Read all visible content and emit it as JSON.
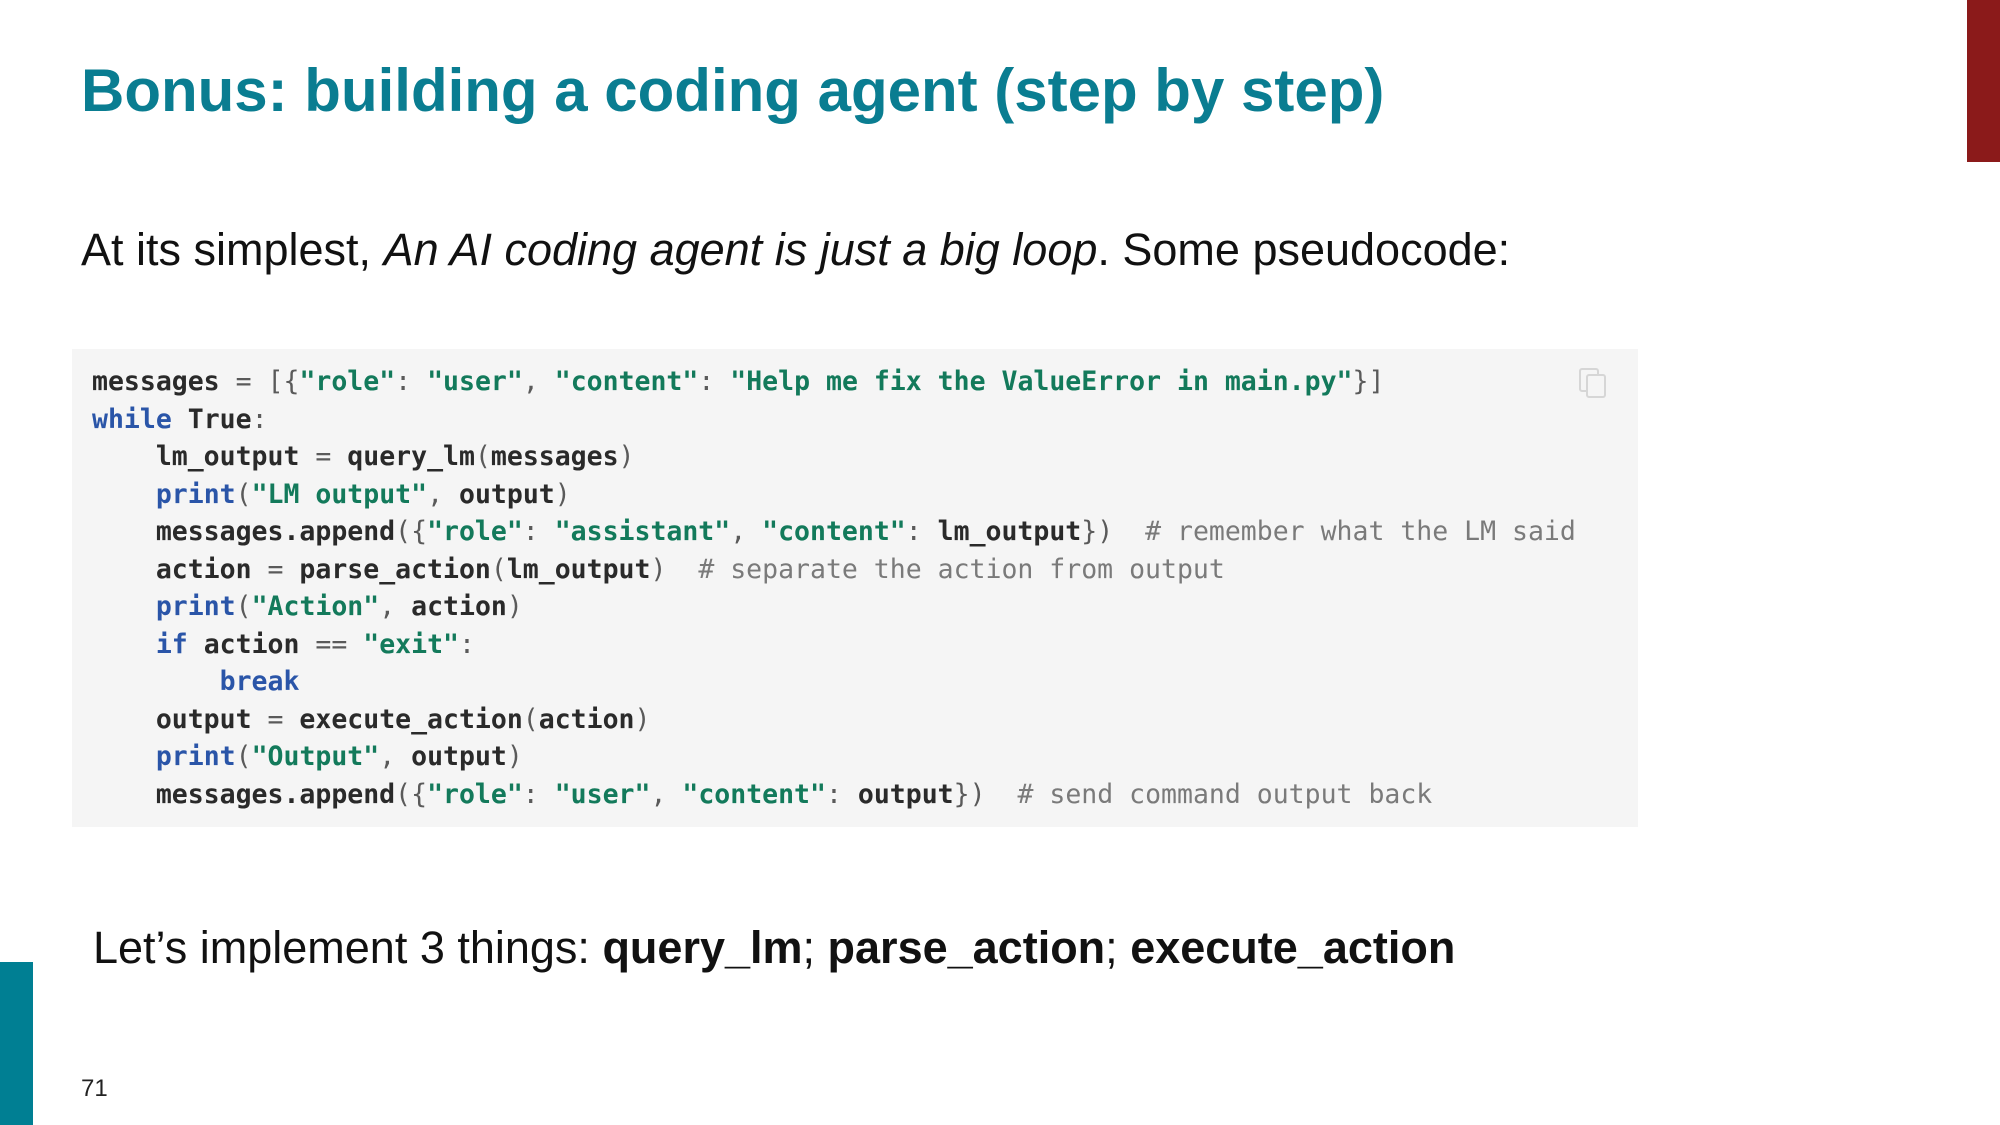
{
  "slide": {
    "title": "Bonus: building a coding agent (step by step)",
    "intro": {
      "prefix": "At its simplest, ",
      "emphasis": "An AI coding agent is just a big loop",
      "suffix": ". Some pseudocode:"
    },
    "code": {
      "lines": [
        [
          {
            "t": "messages ",
            "c": "fn"
          },
          {
            "t": "= ",
            "c": "pun"
          },
          {
            "t": "[{",
            "c": "pun"
          },
          {
            "t": "\"role\"",
            "c": "str"
          },
          {
            "t": ": ",
            "c": "pun"
          },
          {
            "t": "\"user\"",
            "c": "str"
          },
          {
            "t": ", ",
            "c": "pun"
          },
          {
            "t": "\"content\"",
            "c": "str"
          },
          {
            "t": ": ",
            "c": "pun"
          },
          {
            "t": "\"Help me fix the ValueError in main.py\"",
            "c": "str"
          },
          {
            "t": "}]",
            "c": "pun"
          }
        ],
        [
          {
            "t": "while",
            "c": "kw"
          },
          {
            "t": " True",
            "c": "fn"
          },
          {
            "t": ":",
            "c": "pun"
          }
        ],
        [
          {
            "t": "    lm_output ",
            "c": "fn"
          },
          {
            "t": "= ",
            "c": "pun"
          },
          {
            "t": "query_lm",
            "c": "fn"
          },
          {
            "t": "(",
            "c": "pun"
          },
          {
            "t": "messages",
            "c": "fn"
          },
          {
            "t": ")",
            "c": "pun"
          }
        ],
        [
          {
            "t": "    ",
            "c": "fn"
          },
          {
            "t": "print",
            "c": "kw"
          },
          {
            "t": "(",
            "c": "pun"
          },
          {
            "t": "\"LM output\"",
            "c": "str"
          },
          {
            "t": ", ",
            "c": "pun"
          },
          {
            "t": "output",
            "c": "fn"
          },
          {
            "t": ")",
            "c": "pun"
          }
        ],
        [
          {
            "t": "    messages.append",
            "c": "fn"
          },
          {
            "t": "({",
            "c": "pun"
          },
          {
            "t": "\"role\"",
            "c": "str"
          },
          {
            "t": ": ",
            "c": "pun"
          },
          {
            "t": "\"assistant\"",
            "c": "str"
          },
          {
            "t": ", ",
            "c": "pun"
          },
          {
            "t": "\"content\"",
            "c": "str"
          },
          {
            "t": ": ",
            "c": "pun"
          },
          {
            "t": "lm_output",
            "c": "fn"
          },
          {
            "t": "})  ",
            "c": "pun"
          },
          {
            "t": "# remember what the LM said",
            "c": "cmt"
          }
        ],
        [
          {
            "t": "    action ",
            "c": "fn"
          },
          {
            "t": "= ",
            "c": "pun"
          },
          {
            "t": "parse_action",
            "c": "fn"
          },
          {
            "t": "(",
            "c": "pun"
          },
          {
            "t": "lm_output",
            "c": "fn"
          },
          {
            "t": ")  ",
            "c": "pun"
          },
          {
            "t": "# separate the action from output",
            "c": "cmt"
          }
        ],
        [
          {
            "t": "    ",
            "c": "fn"
          },
          {
            "t": "print",
            "c": "kw"
          },
          {
            "t": "(",
            "c": "pun"
          },
          {
            "t": "\"Action\"",
            "c": "str"
          },
          {
            "t": ", ",
            "c": "pun"
          },
          {
            "t": "action",
            "c": "fn"
          },
          {
            "t": ")",
            "c": "pun"
          }
        ],
        [
          {
            "t": "    ",
            "c": "fn"
          },
          {
            "t": "if",
            "c": "kw"
          },
          {
            "t": " action ",
            "c": "fn"
          },
          {
            "t": "== ",
            "c": "pun"
          },
          {
            "t": "\"exit\"",
            "c": "str"
          },
          {
            "t": ":",
            "c": "pun"
          }
        ],
        [
          {
            "t": "        ",
            "c": "fn"
          },
          {
            "t": "break",
            "c": "kw"
          }
        ],
        [
          {
            "t": "    output ",
            "c": "fn"
          },
          {
            "t": "= ",
            "c": "pun"
          },
          {
            "t": "execute_action",
            "c": "fn"
          },
          {
            "t": "(",
            "c": "pun"
          },
          {
            "t": "action",
            "c": "fn"
          },
          {
            "t": ")",
            "c": "pun"
          }
        ],
        [
          {
            "t": "    ",
            "c": "fn"
          },
          {
            "t": "print",
            "c": "kw"
          },
          {
            "t": "(",
            "c": "pun"
          },
          {
            "t": "\"Output\"",
            "c": "str"
          },
          {
            "t": ", ",
            "c": "pun"
          },
          {
            "t": "output",
            "c": "fn"
          },
          {
            "t": ")",
            "c": "pun"
          }
        ],
        [
          {
            "t": "    messages.append",
            "c": "fn"
          },
          {
            "t": "({",
            "c": "pun"
          },
          {
            "t": "\"role\"",
            "c": "str"
          },
          {
            "t": ": ",
            "c": "pun"
          },
          {
            "t": "\"user\"",
            "c": "str"
          },
          {
            "t": ", ",
            "c": "pun"
          },
          {
            "t": "\"content\"",
            "c": "str"
          },
          {
            "t": ": ",
            "c": "pun"
          },
          {
            "t": "output",
            "c": "fn"
          },
          {
            "t": "})  ",
            "c": "pun"
          },
          {
            "t": "# send command output back",
            "c": "cmt"
          }
        ]
      ]
    },
    "todo": {
      "prefix": "Let’s implement 3 things: ",
      "item1": "query_lm",
      "sep1": "; ",
      "item2": "parse_action",
      "sep2": "; ",
      "item3": "execute_action"
    },
    "page_number": "71"
  },
  "icons": {
    "copy": "copy-icon"
  },
  "colors": {
    "title": "#0a7d91",
    "accent_top_right": "#8b1a1a",
    "accent_bottom_left": "#007f93",
    "code_background": "#f5f5f5",
    "code_keyword": "#2a55a8",
    "code_string": "#137a5b",
    "code_comment": "#7a7a7a"
  }
}
